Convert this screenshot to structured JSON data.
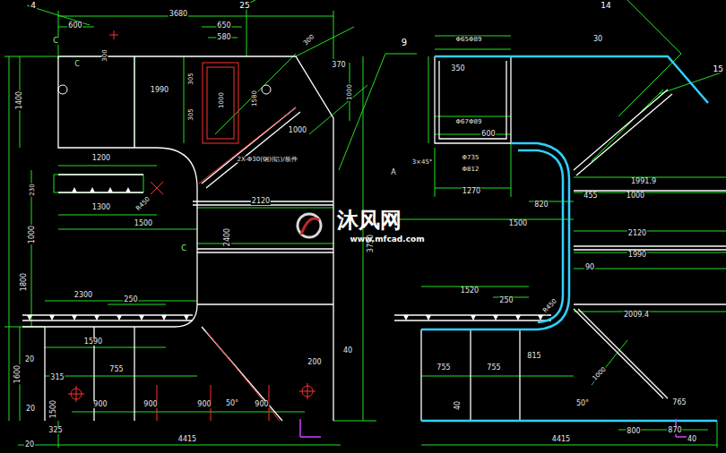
{
  "diagram": {
    "labels": [
      "4",
      "3680",
      "25",
      "650",
      "600",
      "580",
      "C",
      "C",
      "300",
      "9",
      "300",
      "370",
      "1400",
      "1990",
      "305",
      "1000",
      "305",
      "1000",
      "1000",
      "1580",
      "1200",
      "1300",
      "2X-Φ30(钢)(铝)/板件",
      "2120",
      "1500",
      "230",
      "1000",
      "1800",
      "3750",
      "C",
      "2400",
      "2300",
      "250",
      "1590",
      "R450",
      "755",
      "315",
      "20",
      "1600",
      "20",
      "1500",
      "900",
      "900",
      "900",
      "900",
      "50°",
      "200",
      "40",
      "20",
      "325",
      "4415",
      "A",
      "14",
      "Φ65Φ89",
      "30",
      "15",
      "350",
      "Φ67Φ89",
      "600",
      "Φ735",
      "Φ812",
      "3×45°",
      "1270",
      "820",
      "1500",
      "1991.9",
      "455",
      "1000",
      "2120",
      "1990",
      "90",
      "1520",
      "2009.4",
      "250",
      "R450",
      "755",
      "755",
      "815",
      "1000",
      "50°",
      "765",
      "4415",
      "800",
      "870",
      "40",
      "40",
      "沐风网",
      "www.mfcad.com"
    ]
  }
}
